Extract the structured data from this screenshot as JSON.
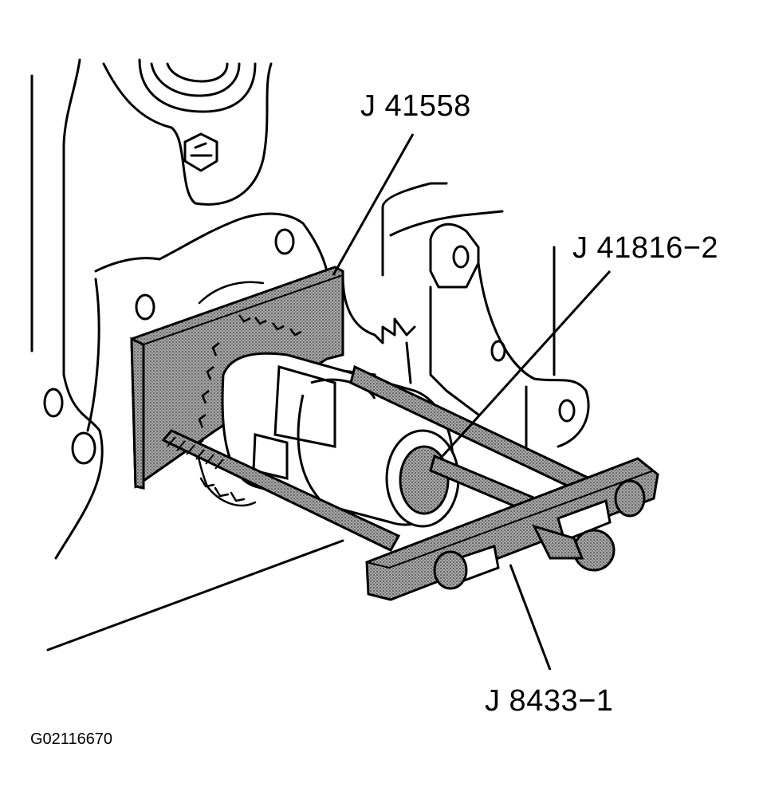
{
  "callouts": {
    "tool_a": "J 41558",
    "tool_b": "J 41816−2",
    "tool_c": "J 8433−1"
  },
  "figure_id": "G02116670",
  "colors": {
    "ink": "#000000",
    "paper": "#ffffff",
    "stipple": "#8a8a8a"
  }
}
